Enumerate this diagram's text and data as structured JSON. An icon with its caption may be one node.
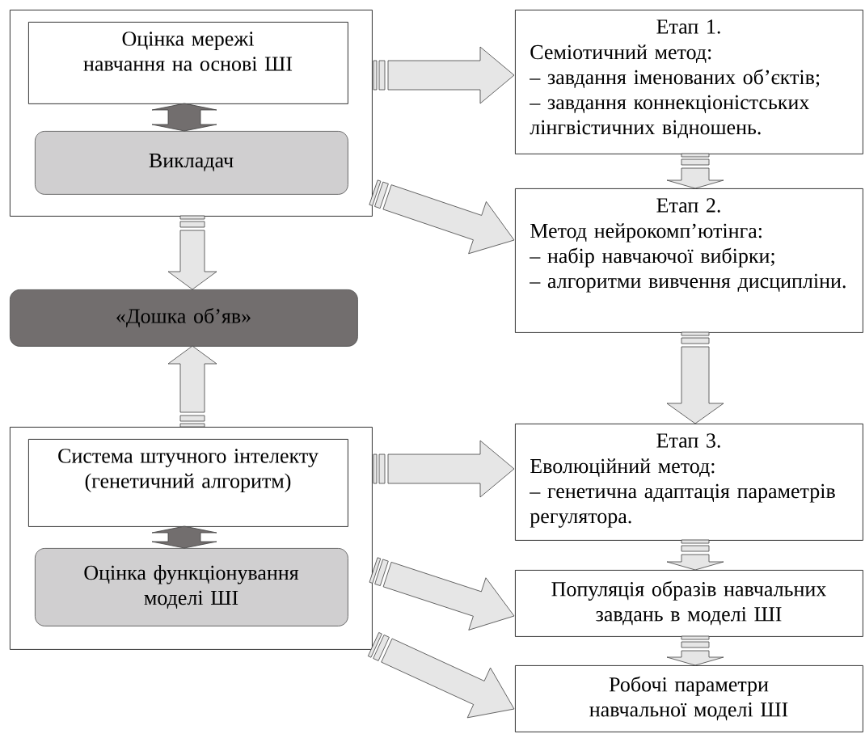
{
  "diagram": {
    "nodes": [
      {
        "text": [],
        "shape": "box"
      },
      {
        "text": [
          "Оцінка мережі навчання на основі ШІ"
        ],
        "in": 0
      },
      {
        "text": [
          "Викладач"
        ],
        "in": 0
      },
      {
        "text": [
          "«Дошка об’яв»"
        ]
      },
      {
        "text": [],
        "shape": "box"
      },
      {
        "text": [
          "Система штучного інтелекту (генетичний алгоритм)"
        ],
        "in": 4
      },
      {
        "text": [
          "Оцінка функціонування моделі ШІ"
        ],
        "in": 4
      },
      {
        "text": [
          "Етап 1.",
          "Семіотичний метод:",
          "– завдання іменованих об’єктів;",
          "– завдання коннекціоністських лінгвістичних відношень."
        ]
      },
      {
        "text": [
          "Етап 2.",
          "Метод нейрокомп’ютінга:",
          "– набір навчаючої вибірки;",
          "– алгоритми вивчення дисципліни."
        ]
      },
      {
        "text": [
          "Етап 3.",
          "Еволюційний метод:",
          "– генетична адаптація параметрів регулятора."
        ]
      },
      {
        "text": [
          "Популяція образів навчальних завдань в моделі ШІ"
        ]
      },
      {
        "text": [
          "Робочі параметри навчальної моделі ШІ"
        ]
      }
    ],
    "edges": [
      {
        "from": 1,
        "to": 2,
        "arrow": "both",
        "color": "#726e6e"
      },
      {
        "from": 0,
        "to": 3,
        "arrow": "to"
      },
      {
        "from": 4,
        "to": 3,
        "arrow": "to"
      },
      {
        "from": 0,
        "to": 7,
        "arrow": "to"
      },
      {
        "from": 0,
        "to": 8,
        "arrow": "to"
      },
      {
        "from": 7,
        "to": 8,
        "arrow": "to"
      },
      {
        "from": 8,
        "to": 9,
        "arrow": "to"
      },
      {
        "from": 4,
        "to": 9,
        "arrow": "to"
      },
      {
        "from": 4,
        "to": 10,
        "arrow": "to"
      },
      {
        "from": 4,
        "to": 11,
        "arrow": "to"
      },
      {
        "from": 9,
        "to": 10,
        "arrow": "to"
      },
      {
        "from": 10,
        "to": 11,
        "arrow": "to"
      },
      {
        "from": 5,
        "to": 6,
        "arrow": "both",
        "color": "#726e6e"
      }
    ]
  }
}
